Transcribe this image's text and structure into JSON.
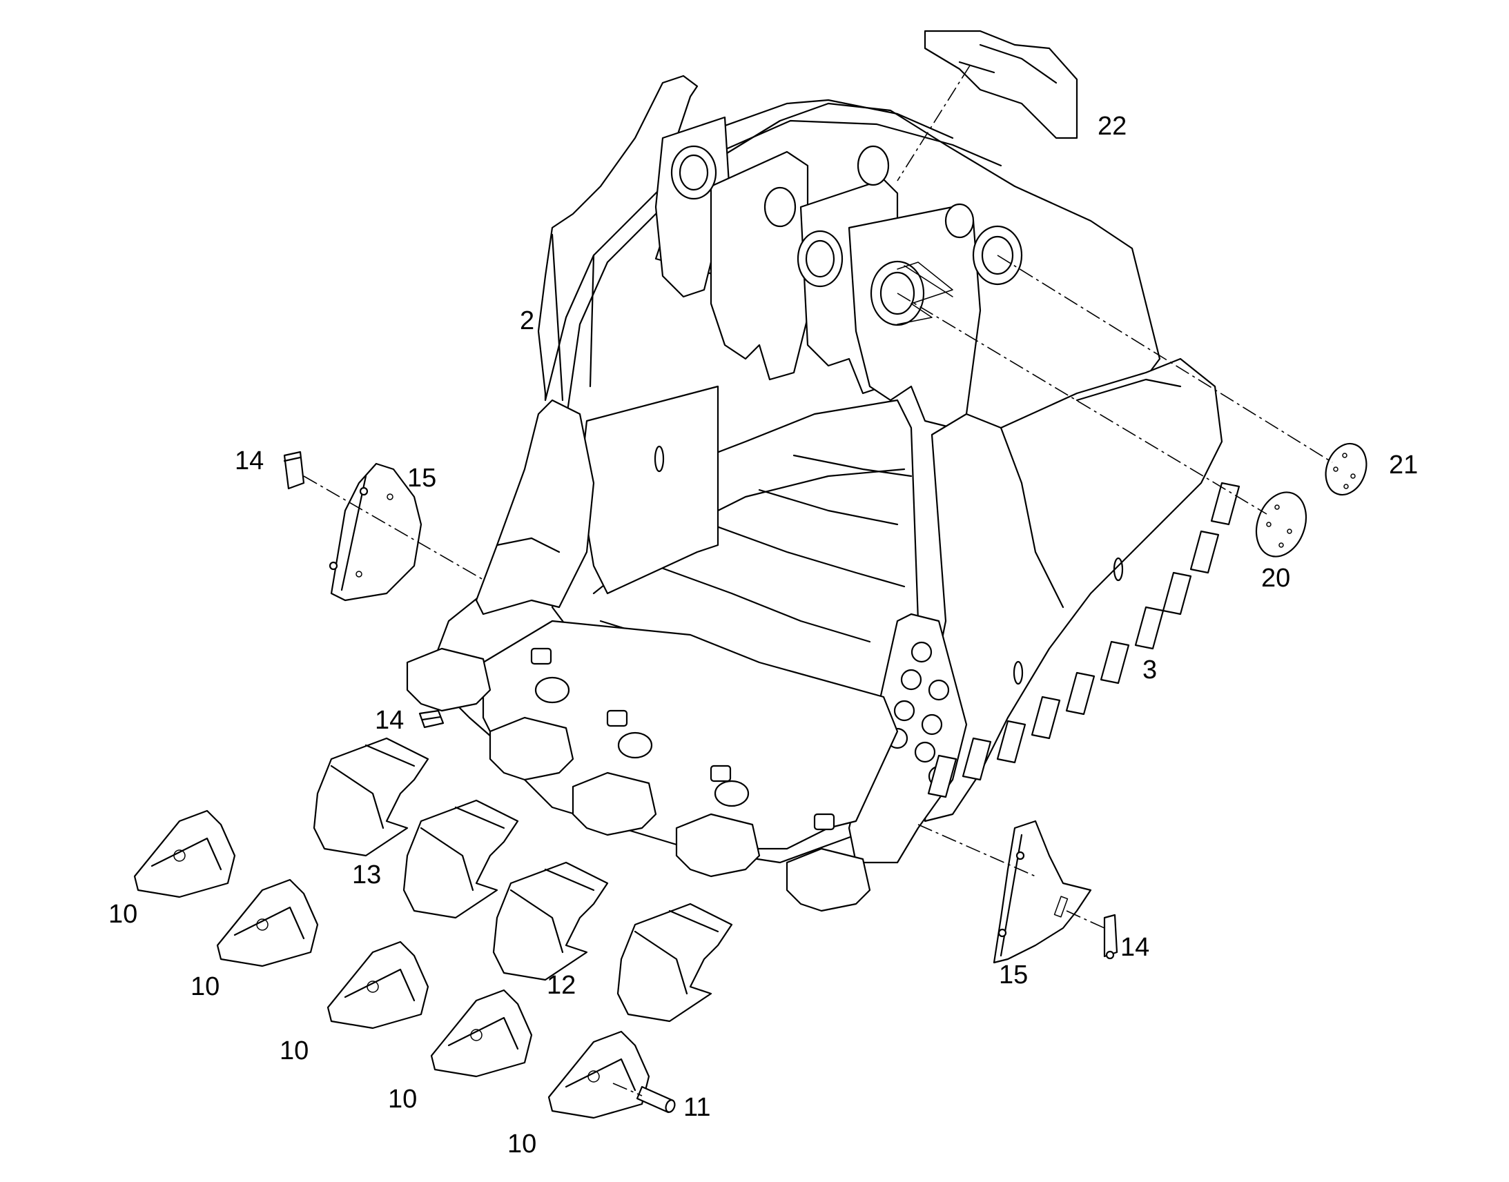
{
  "callouts": [
    {
      "id": "c22",
      "label": "22"
    },
    {
      "id": "c2",
      "label": "2"
    },
    {
      "id": "c14a",
      "label": "14"
    },
    {
      "id": "c15a",
      "label": "15"
    },
    {
      "id": "c21",
      "label": "21"
    },
    {
      "id": "c20",
      "label": "20"
    },
    {
      "id": "c3",
      "label": "3"
    },
    {
      "id": "c14b",
      "label": "14"
    },
    {
      "id": "c13",
      "label": "13"
    },
    {
      "id": "c10a",
      "label": "10"
    },
    {
      "id": "c10b",
      "label": "10"
    },
    {
      "id": "c12",
      "label": "12"
    },
    {
      "id": "c15b",
      "label": "15"
    },
    {
      "id": "c14c",
      "label": "14"
    },
    {
      "id": "c10c",
      "label": "10"
    },
    {
      "id": "c10d",
      "label": "10"
    },
    {
      "id": "c11",
      "label": "11"
    },
    {
      "id": "c10e",
      "label": "10"
    }
  ]
}
